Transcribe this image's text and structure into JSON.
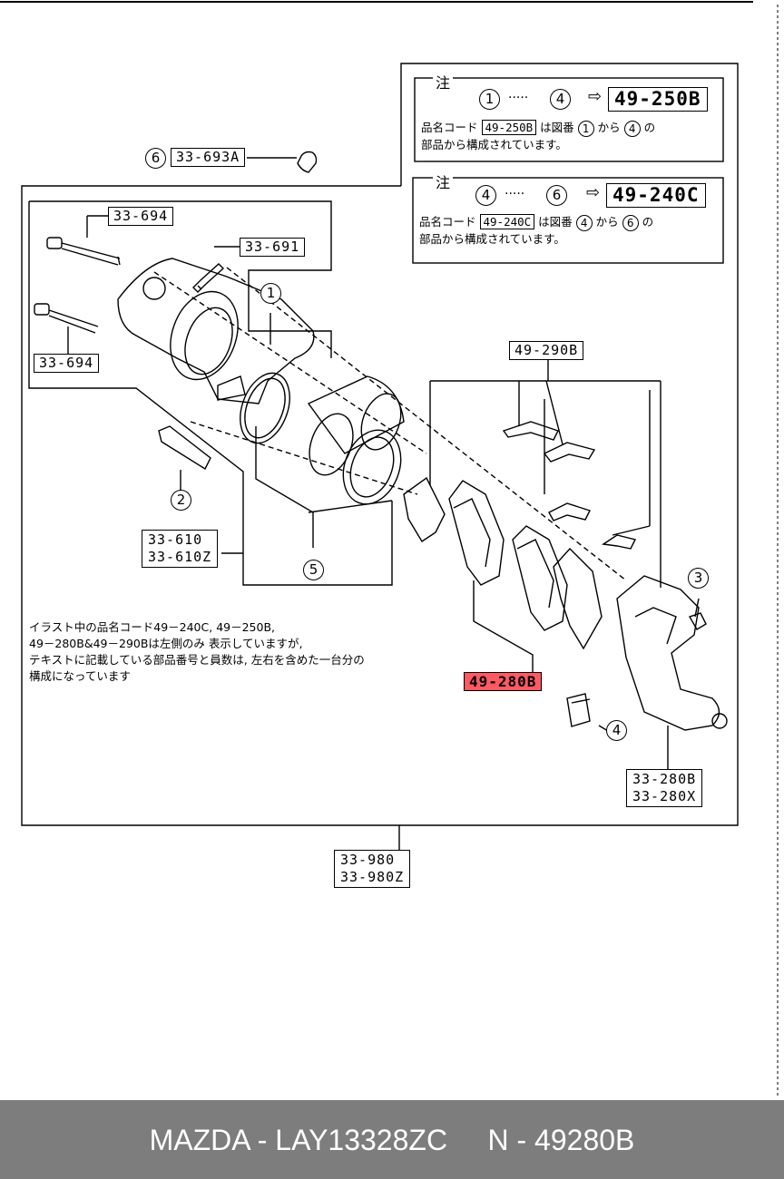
{
  "notes": [
    {
      "header": "注",
      "range_from": "1",
      "range_dots": "·····",
      "range_to": "4",
      "arrow": "⇨",
      "target": "49-250B",
      "line1_prefix": "品名コード",
      "line1_code": "49-250B",
      "line1_mid": "は図番",
      "line1_from": "1",
      "line1_kara": "から",
      "line1_to": "4",
      "line1_end": "の",
      "line2": "部品から構成されています。"
    },
    {
      "header": "注",
      "range_from": "4",
      "range_dots": "·····",
      "range_to": "6",
      "arrow": "⇨",
      "target": "49-240C",
      "line1_prefix": "品名コード",
      "line1_code": "49-240C",
      "line1_mid": "は図番",
      "line1_from": "4",
      "line1_kara": "から",
      "line1_to": "6",
      "line1_end": "の",
      "line2": "部品から構成されています。"
    }
  ],
  "labels": {
    "p33_693A": "33-693A",
    "p33_694_top": "33-694",
    "p33_691": "33-691",
    "p33_694_bot": "33-694",
    "p49_290B": "49-290B",
    "p33_610": "33-610",
    "p33_610Z": "33-610Z",
    "p49_280B": "49-280B",
    "p33_280B": "33-280B",
    "p33_280X": "33-280X",
    "p33_980": "33-980",
    "p33_980Z": "33-980Z"
  },
  "callouts": {
    "c1": "1",
    "c2": "2",
    "c3": "3",
    "c4": "4",
    "c5": "5",
    "c6": "6"
  },
  "description": [
    "イラスト中の品名コード49－240C, 49－250B,",
    "49－280B&49－290Bは左側のみ 表示していますが,",
    "テキストに記載している部品番号と員数は, 左右を含めた一台分の",
    "構成になっています"
  ],
  "colors": {
    "highlight": "#ff5a64",
    "footer_bg": "#7d7d7d",
    "footer_text": "#ffffff"
  },
  "footer": {
    "text": "MAZDA - LAY13328ZC     N - 49280B"
  }
}
